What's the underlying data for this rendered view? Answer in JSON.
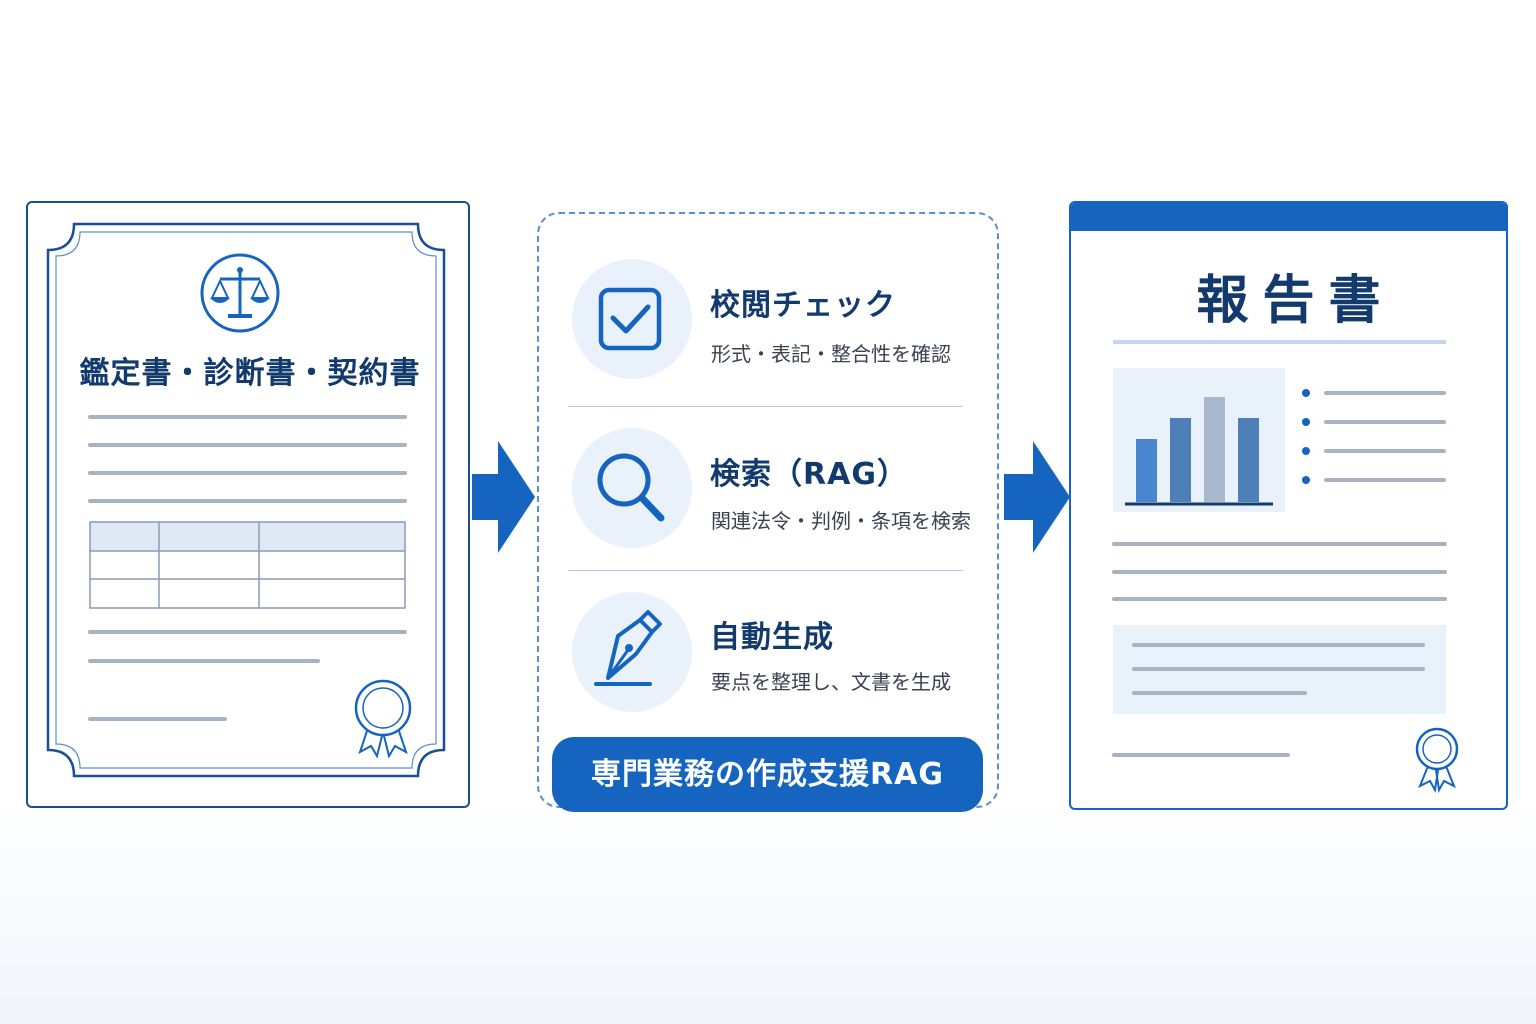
{
  "source_document": {
    "title": "鑑定書・診断書・契約書",
    "icons": [
      "scales-icon",
      "award-ribbon-icon"
    ]
  },
  "process": {
    "steps": [
      {
        "title": "校閲チェック",
        "description": "形式・表記・整合性を確認",
        "icon": "checkbox-icon"
      },
      {
        "title": "検索（RAG）",
        "description": "関連法令・判例・条項を検索",
        "icon": "magnifier-icon"
      },
      {
        "title": "自動生成",
        "description": "要点を整理し、文書を生成",
        "icon": "fountain-pen-icon"
      }
    ],
    "banner": "専門業務の作成支援RAG"
  },
  "output_document": {
    "title": "報告書",
    "chart_data": {
      "type": "bar",
      "values": [
        3,
        4,
        5,
        4
      ]
    }
  },
  "colors": {
    "primary": "#1565c0",
    "navy": "#123a6d",
    "light_blue": "#e9f1fb",
    "gray_line": "#a8b3c4"
  }
}
